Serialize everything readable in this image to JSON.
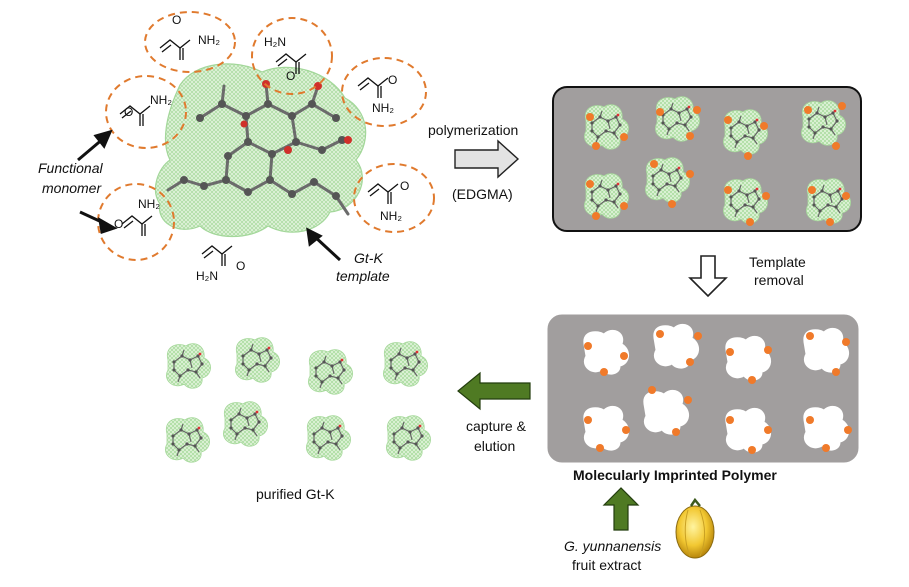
{
  "labels": {
    "functional_monomer_1": "Functional",
    "functional_monomer_2": "monomer",
    "template_1": "Gt-K",
    "template_2": "template",
    "polymerization": "polymerization",
    "edgma": "(EDGMA)",
    "template_removal_1": "Template",
    "template_removal_2": "removal",
    "capture_1": "capture &",
    "capture_2": "elution",
    "mip": "Molecularly Imprinted Polymer",
    "purified": "purified Gt-K",
    "extract_1": "G. yunnanensis",
    "extract_2": "fruit extract"
  },
  "chem": {
    "o": "O",
    "nh2": "NH₂",
    "h2n": "H₂N"
  },
  "colors": {
    "monomer_ring": "#e07a2e",
    "site_dot": "#f07a2a",
    "panel_fill": "#a19e9e",
    "panel_stroke": "#111111",
    "mesh_green": "#b7e3ae",
    "capture_arrow": "#4f7a23",
    "gray_arrow": "#d9d9d9"
  },
  "icons": {
    "molecule": "molecule-mesh-icon",
    "cavity": "imprinted-cavity-icon",
    "fruit": "garcinia-fruit-icon"
  }
}
